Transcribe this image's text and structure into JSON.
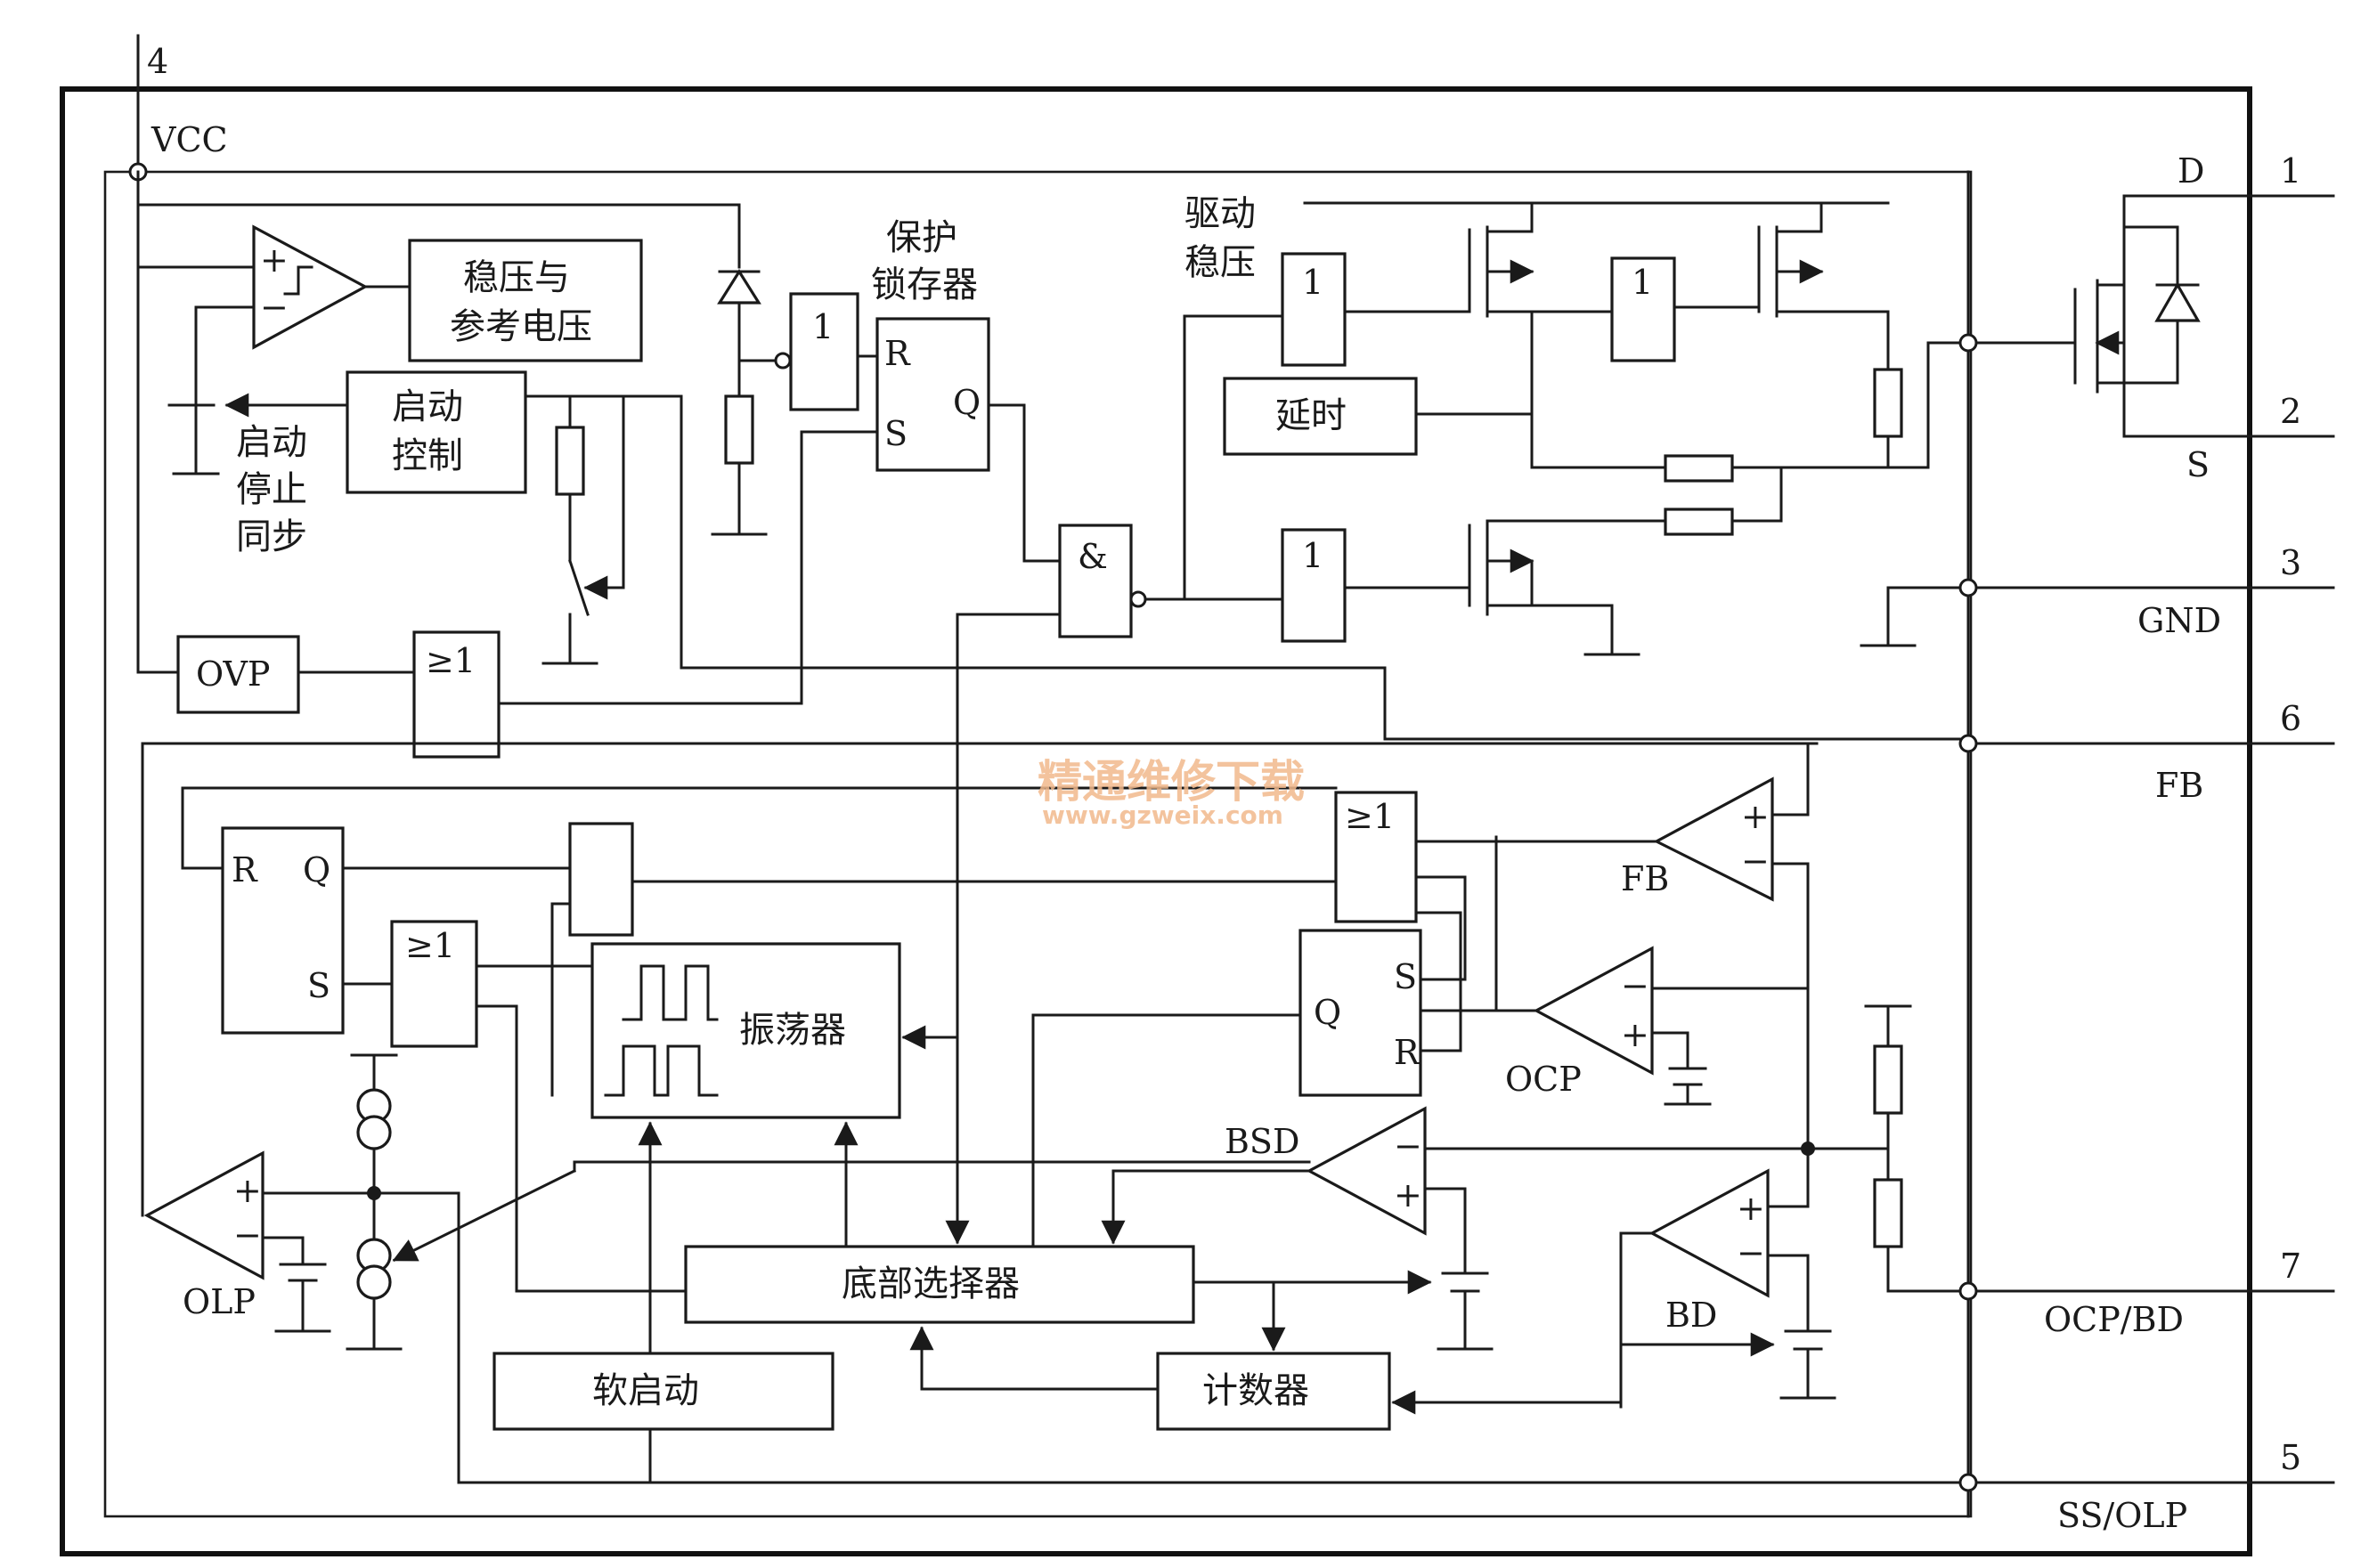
{
  "pins": {
    "vcc_num": "4",
    "vcc_name": "VCC",
    "d_num": "1",
    "d_name": "D",
    "s_num": "2",
    "s_name": "S",
    "gnd_num": "3",
    "gnd_name": "GND",
    "fb_num": "6",
    "fb_name": "FB",
    "ocp_num": "7",
    "ocp_name": "OCP/BD",
    "ss_num": "5",
    "ss_name": "SS/OLP"
  },
  "blocks": {
    "regulator_line1": "稳压与",
    "regulator_line2": "参考电压",
    "startup_line1": "启动",
    "startup_line2": "控制",
    "startstop_line1": "启动",
    "startstop_line2": "停止",
    "startstop_line3": "同步",
    "latch_line1": "保护",
    "latch_line2": "锁存器",
    "drive_line1": "驱动",
    "drive_line2": "稳压",
    "delay": "延时",
    "ovp": "OVP",
    "oscillator": "振荡器",
    "bottom_selector": "底部选择器",
    "soft_start": "软启动",
    "counter": "计数器"
  },
  "logic": {
    "or_symbol": "≥1",
    "and_symbol": "&",
    "buffer_symbol": "1",
    "set": "S",
    "reset": "R",
    "q": "Q"
  },
  "comparators": {
    "fb": "FB",
    "ocp": "OCP",
    "bsd": "BSD",
    "bd": "BD",
    "olp": "OLP",
    "plus": "+",
    "minus": "−"
  },
  "watermark": {
    "line1": "精通维修下载",
    "line2": "www.gzweix.com",
    "color": "#f2b98c"
  }
}
